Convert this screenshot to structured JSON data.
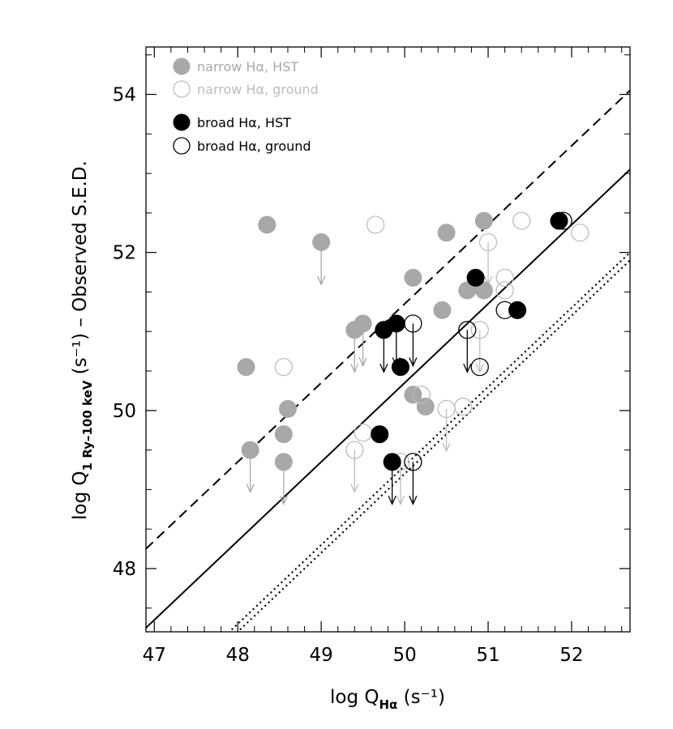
{
  "chart_data": {
    "type": "scatter",
    "xlabel": {
      "main": "log Q",
      "sub": "Hα",
      "tail": " (s⁻¹)"
    },
    "ylabel": {
      "main": "log Q",
      "sub": "1 Ry–100 keV",
      "tail": " (s⁻¹)  –  Observed S.E.D."
    },
    "xlim": [
      46.9,
      52.7
    ],
    "ylim": [
      47.2,
      54.6
    ],
    "x_ticks": [
      47,
      48,
      49,
      50,
      51,
      52
    ],
    "y_ticks": [
      48,
      50,
      52,
      54
    ],
    "grid": false,
    "legend_position": "top-left",
    "colors": {
      "gray": "#a8a8a8",
      "light_gray": "#bdbdbd",
      "black": "#000000"
    },
    "lines": [
      {
        "style": "dashed",
        "x": [
          46.9,
          52.7
        ],
        "y": [
          48.25,
          54.05
        ]
      },
      {
        "style": "solid",
        "x": [
          46.9,
          52.7
        ],
        "y": [
          47.25,
          53.05
        ]
      },
      {
        "style": "dotted",
        "x": [
          47.8,
          52.7
        ],
        "y": [
          47.1,
          52.0
        ]
      },
      {
        "style": "dotted",
        "x": [
          47.9,
          52.7
        ],
        "y": [
          47.1,
          51.9
        ]
      }
    ],
    "series": [
      {
        "name": "narrow Hα, HST",
        "marker": "filled",
        "color": "gray",
        "points": [
          {
            "x": 48.1,
            "y": 50.55
          },
          {
            "x": 48.35,
            "y": 52.35
          },
          {
            "x": 48.15,
            "y": 49.5,
            "upper": true
          },
          {
            "x": 48.55,
            "y": 49.7
          },
          {
            "x": 48.55,
            "y": 49.35,
            "upper": true
          },
          {
            "x": 48.6,
            "y": 50.02
          },
          {
            "x": 49.0,
            "y": 52.13,
            "upper": true
          },
          {
            "x": 49.4,
            "y": 51.02,
            "upper": true
          },
          {
            "x": 49.5,
            "y": 51.1,
            "upper": true
          },
          {
            "x": 50.1,
            "y": 51.68
          },
          {
            "x": 50.1,
            "y": 50.2
          },
          {
            "x": 50.25,
            "y": 50.05
          },
          {
            "x": 50.45,
            "y": 51.27
          },
          {
            "x": 50.5,
            "y": 52.25
          },
          {
            "x": 50.75,
            "y": 51.52
          },
          {
            "x": 50.95,
            "y": 52.4
          },
          {
            "x": 50.95,
            "y": 51.52
          }
        ]
      },
      {
        "name": "narrow Hα, ground",
        "marker": "open",
        "color": "light_gray",
        "points": [
          {
            "x": 48.55,
            "y": 50.55
          },
          {
            "x": 49.4,
            "y": 49.5,
            "upper": true
          },
          {
            "x": 49.5,
            "y": 49.72
          },
          {
            "x": 49.65,
            "y": 52.35
          },
          {
            "x": 49.95,
            "y": 49.35,
            "upper": true
          },
          {
            "x": 50.2,
            "y": 50.2
          },
          {
            "x": 50.5,
            "y": 50.02,
            "upper": true
          },
          {
            "x": 50.7,
            "y": 50.05
          },
          {
            "x": 50.9,
            "y": 51.02,
            "upper": true
          },
          {
            "x": 51.0,
            "y": 52.13,
            "upper": true
          },
          {
            "x": 51.2,
            "y": 51.68
          },
          {
            "x": 51.2,
            "y": 51.52
          },
          {
            "x": 51.35,
            "y": 51.27
          },
          {
            "x": 51.4,
            "y": 52.4
          },
          {
            "x": 52.1,
            "y": 52.25
          }
        ]
      },
      {
        "name": "broad Hα, HST",
        "marker": "filled",
        "color": "black",
        "points": [
          {
            "x": 49.7,
            "y": 49.7
          },
          {
            "x": 49.75,
            "y": 51.02,
            "upper": true
          },
          {
            "x": 49.85,
            "y": 49.35,
            "upper": true
          },
          {
            "x": 49.9,
            "y": 51.1,
            "upper": true
          },
          {
            "x": 49.95,
            "y": 50.55
          },
          {
            "x": 50.85,
            "y": 51.68
          },
          {
            "x": 51.35,
            "y": 51.27
          },
          {
            "x": 51.85,
            "y": 52.4
          }
        ]
      },
      {
        "name": "broad Hα, ground",
        "marker": "open",
        "color": "black",
        "points": [
          {
            "x": 50.1,
            "y": 49.35,
            "upper": true
          },
          {
            "x": 50.1,
            "y": 51.1,
            "upper": true
          },
          {
            "x": 50.75,
            "y": 51.02,
            "upper": true
          },
          {
            "x": 50.9,
            "y": 50.55
          },
          {
            "x": 51.2,
            "y": 51.27
          },
          {
            "x": 51.9,
            "y": 52.4
          }
        ]
      }
    ]
  }
}
